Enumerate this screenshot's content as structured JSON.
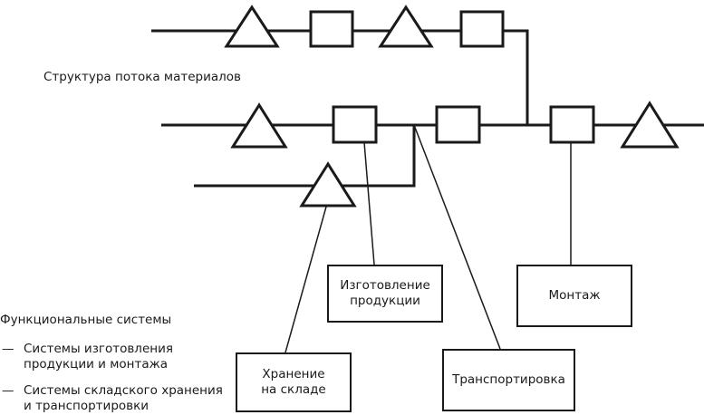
{
  "flow_title": "Структура потока материалов",
  "functional": {
    "heading": "Функциональные системы",
    "items": [
      {
        "dash": "—",
        "line1": "Системы изготовления",
        "line2": "продукции и монтажа"
      },
      {
        "dash": "—",
        "line1": "Системы складского хранения",
        "line2": "и транспортировки"
      }
    ]
  },
  "boxes": {
    "production": {
      "line1": "Изготовление",
      "line2": "продукции"
    },
    "assembly": {
      "line1": "Монтаж"
    },
    "storage": {
      "line1": "Хранение",
      "line2": "на складе"
    },
    "transport": {
      "line1": "Транспортировка"
    }
  },
  "colors": {
    "stroke": "#1a1a1a",
    "background": "#ffffff"
  }
}
